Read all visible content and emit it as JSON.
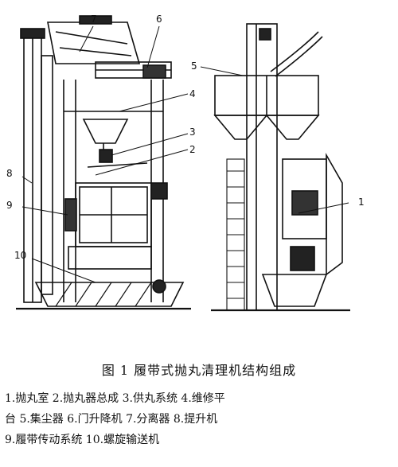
{
  "figure": {
    "labels": [
      "1",
      "2",
      "3",
      "4",
      "5",
      "6",
      "7",
      "8",
      "9",
      "10"
    ]
  },
  "caption": {
    "title": "图 1    履带式抛丸清理机结构组成",
    "legend_lines": [
      "1.抛丸室   2.抛丸器总成   3.供丸系统   4.维修平",
      "台   5.集尘器   6.门升降机   7.分离器   8.提升机",
      "9.履带传动系统   10.螺旋输送机"
    ]
  }
}
